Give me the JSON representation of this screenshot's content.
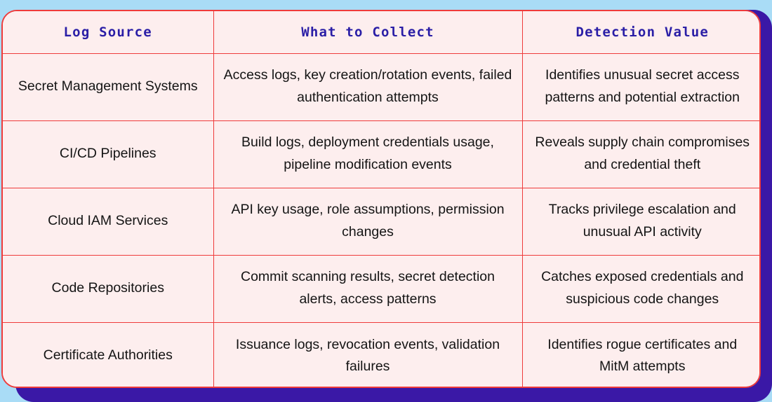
{
  "page": {
    "background_color": "#a9dcf6",
    "card_fill_color": "#fdeeee",
    "border_color": "#ef3b3b",
    "shadow_color": "#3a18a6",
    "header_text_color": "#2a1ea6",
    "body_text_color": "#141414"
  },
  "table": {
    "columns": [
      {
        "key": "log_source",
        "label": "Log Source"
      },
      {
        "key": "what_to_collect",
        "label": "What to Collect"
      },
      {
        "key": "detection_value",
        "label": "Detection Value"
      }
    ],
    "rows": [
      {
        "log_source": "Secret Management Systems",
        "what_to_collect": "Access logs, key creation/rotation events, failed authentication attempts",
        "detection_value": "Identifies unusual secret access patterns and potential extraction"
      },
      {
        "log_source": "CI/CD Pipelines",
        "what_to_collect": "Build logs, deployment credentials usage, pipeline modification events",
        "detection_value": "Reveals supply chain compromises and credential theft"
      },
      {
        "log_source": "Cloud IAM Services",
        "what_to_collect": "API key usage, role assumptions, permission changes",
        "detection_value": "Tracks privilege escalation and unusual API activity"
      },
      {
        "log_source": "Code Repositories",
        "what_to_collect": "Commit scanning results, secret detection alerts, access patterns",
        "detection_value": "Catches exposed credentials and suspicious code changes"
      },
      {
        "log_source": "Certificate Authorities",
        "what_to_collect": "Issuance logs, revocation events, validation failures",
        "detection_value": "Identifies rogue certificates and MitM attempts"
      }
    ]
  }
}
